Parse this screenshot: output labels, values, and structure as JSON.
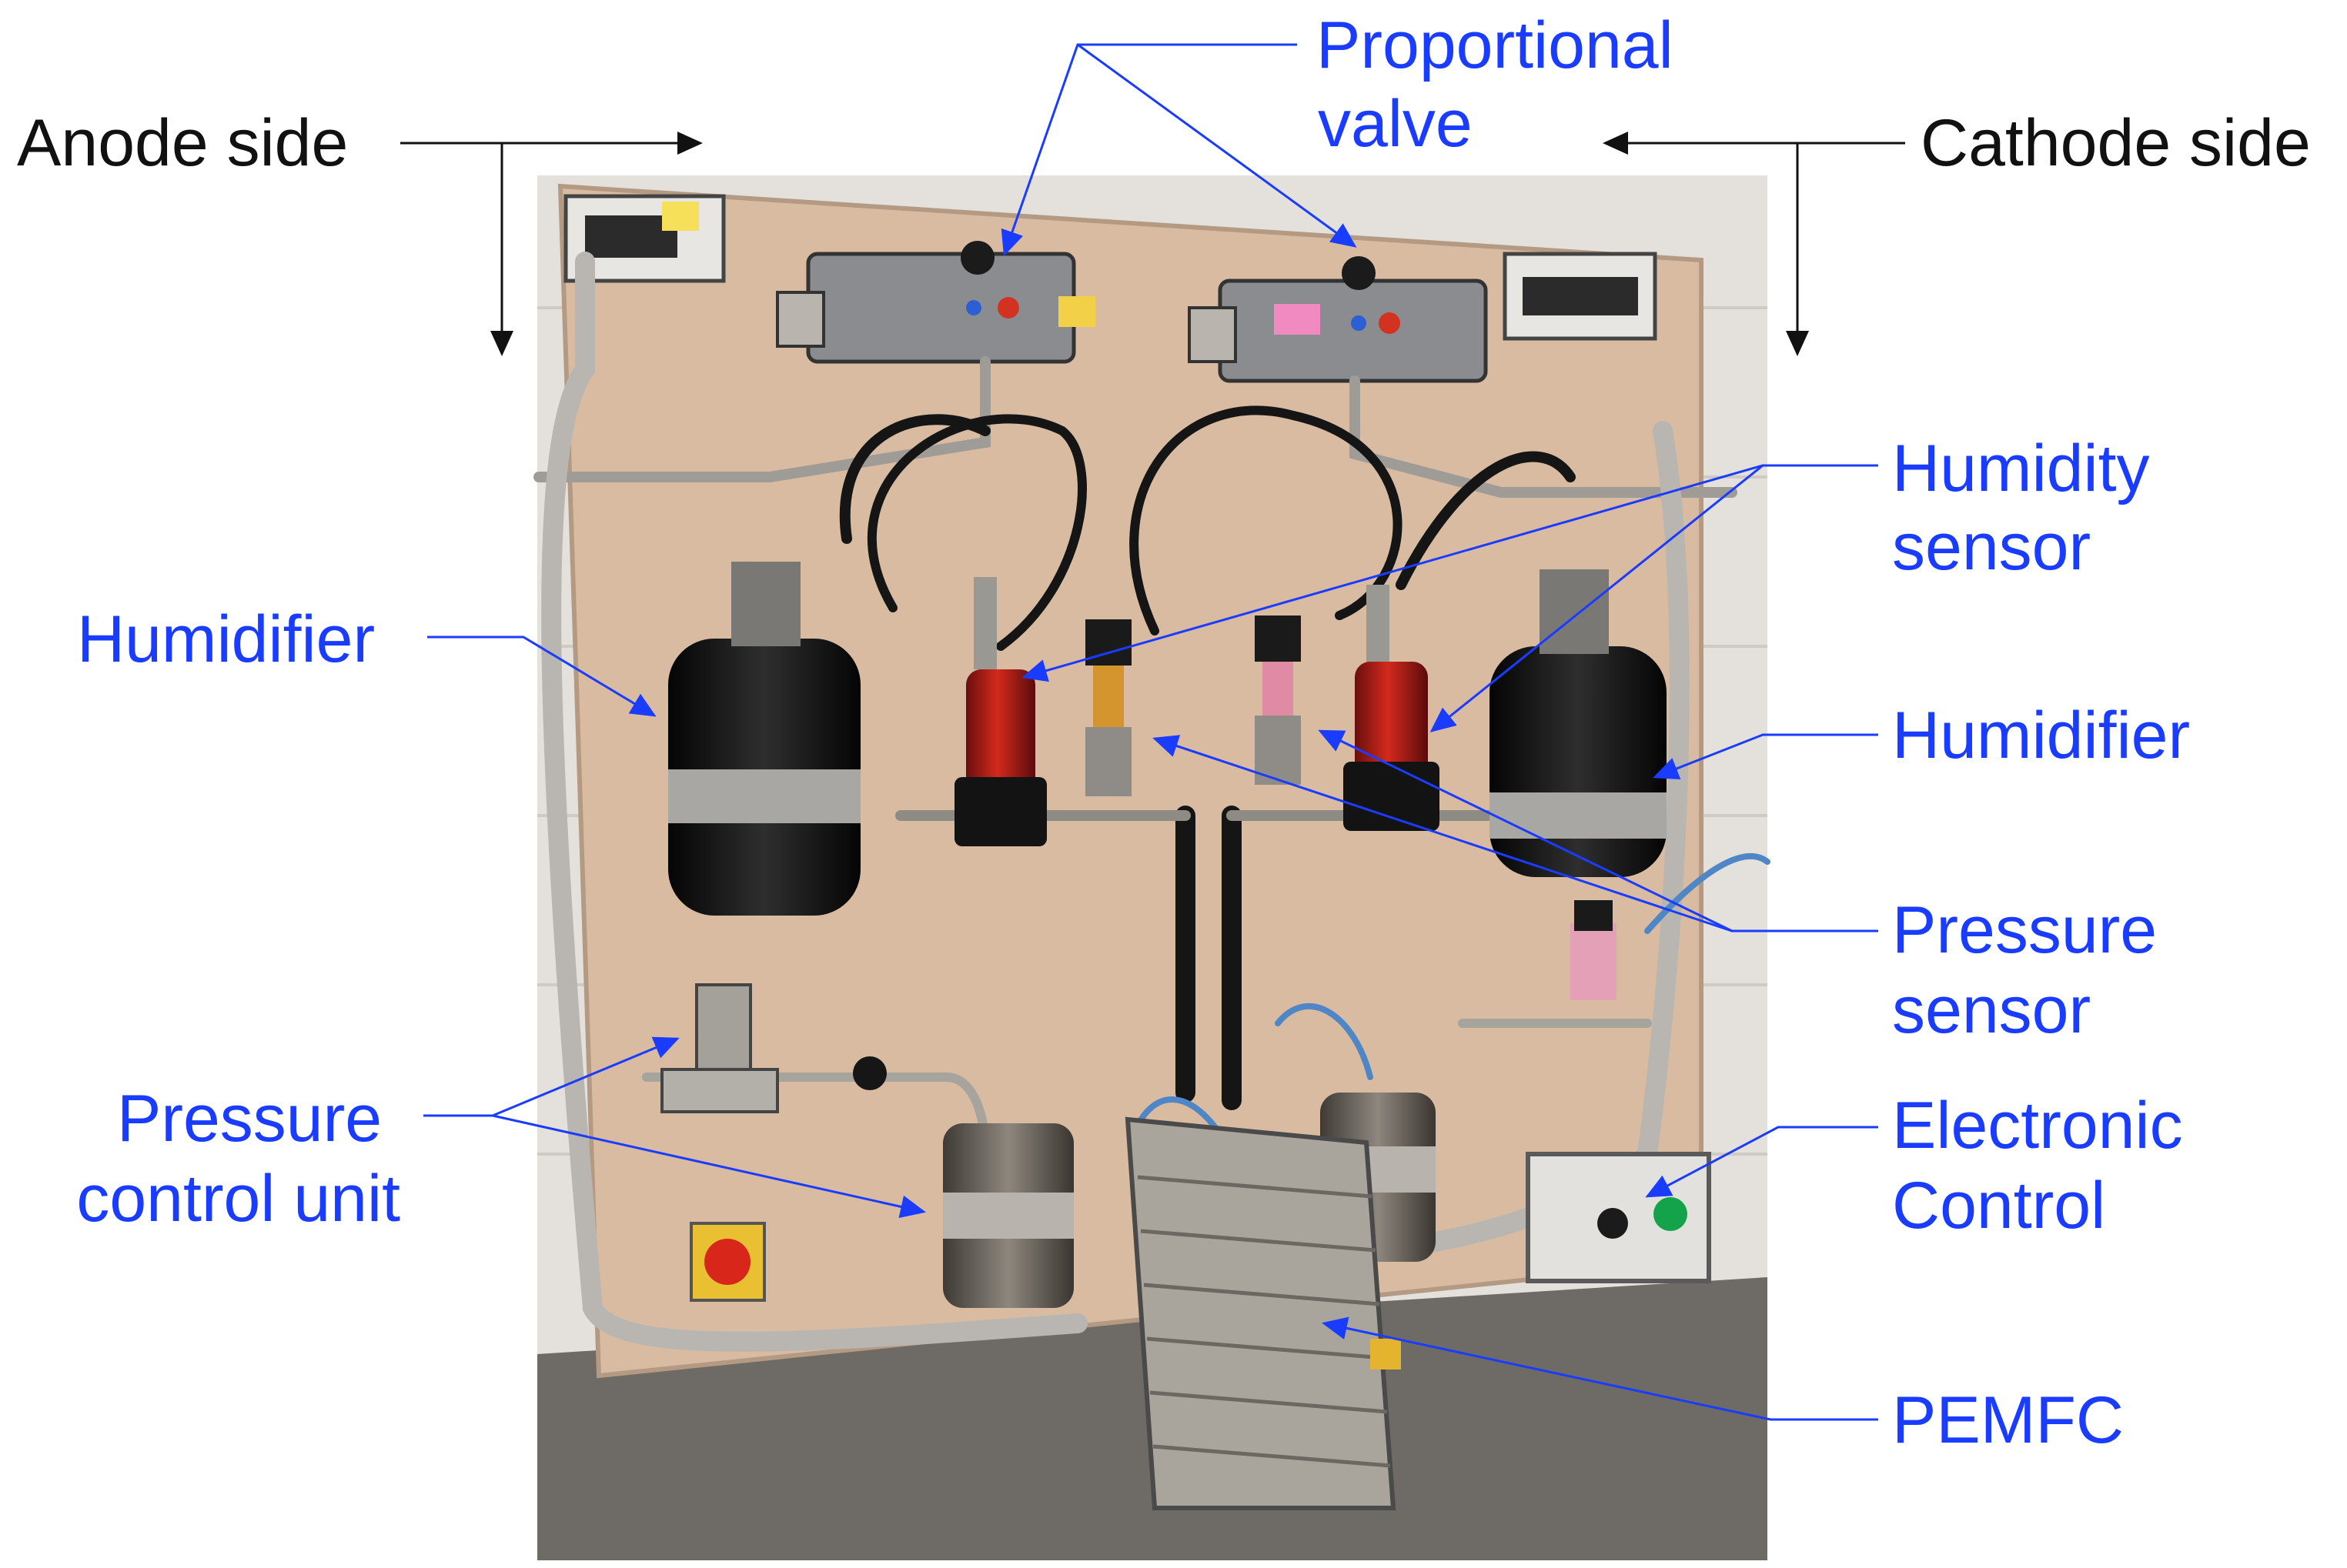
{
  "labels": {
    "anode_side": "Anode side",
    "cathode_side": "Cathode side",
    "proportional_valve": [
      "Proportional",
      "valve"
    ],
    "humidity_sensor": [
      "Humidity",
      "sensor"
    ],
    "humidifier_left": "Humidifier",
    "humidifier_right": "Humidifier",
    "pressure_sensor": [
      "Pressure",
      "sensor"
    ],
    "pressure_control_unit": [
      "Pressure",
      "control unit"
    ],
    "electronic_control": [
      "Electronic",
      "Control"
    ],
    "pemfc": "PEMFC"
  },
  "colors": {
    "label_blue": "#1a3cff",
    "label_black": "#111111",
    "panel": "#d9bba2",
    "wall": "#e4e1dc",
    "bench": "#6e6a65"
  }
}
